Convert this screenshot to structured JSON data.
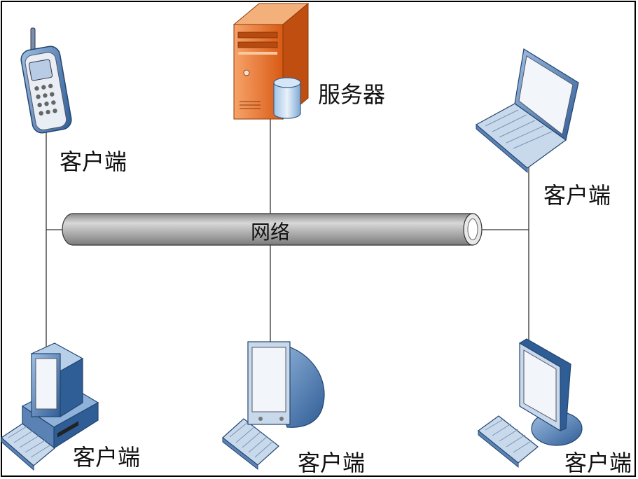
{
  "diagram": {
    "network_label": "网络",
    "server_label": "服务器",
    "client_phone_label": "客户端",
    "client_laptop_label": "客户端",
    "client_desktop_label": "客户端",
    "client_crt_label": "客户端",
    "client_flat_label": "客户端"
  },
  "colors": {
    "server_orange": "#e0621c",
    "device_blue": "#3f6fa8",
    "pipe_gray": "#a9a9a9",
    "line": "#333333"
  },
  "icons": [
    "mobile-phone-icon",
    "server-icon",
    "database-icon",
    "laptop-icon",
    "desktop-pc-icon",
    "crt-monitor-icon",
    "flat-monitor-icon",
    "keyboard-icon"
  ]
}
